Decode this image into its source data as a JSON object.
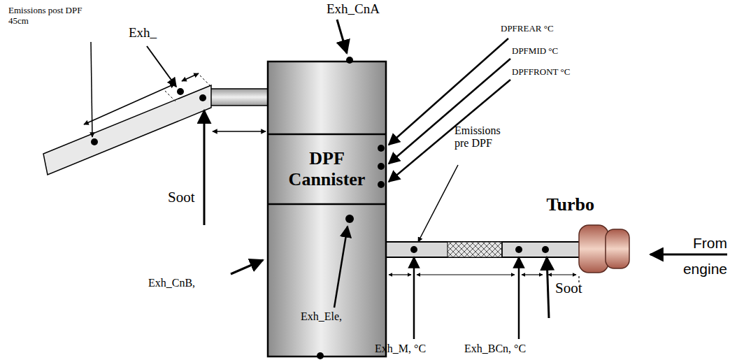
{
  "diagram": {
    "nodes": [
      {
        "text": [
          "DPF Cannister"
        ]
      },
      {
        "text": [
          "Turbo"
        ]
      }
    ],
    "edges": [
      {
        "from": 1,
        "to": 0,
        "arrow": "none"
      }
    ],
    "labels": [
      "Exh_CnA",
      "Emissions post DPF 45cm",
      "Exh_",
      "DPFREAR °C",
      "DPFMID °C",
      "DPFFRONT °C",
      "Emissions pre DPF",
      "Soot",
      "Exh_CnB,",
      "Exh_Ele,",
      "Exh_M, °C",
      "Exh_BCn, °C",
      "Soot",
      "From engine"
    ]
  }
}
